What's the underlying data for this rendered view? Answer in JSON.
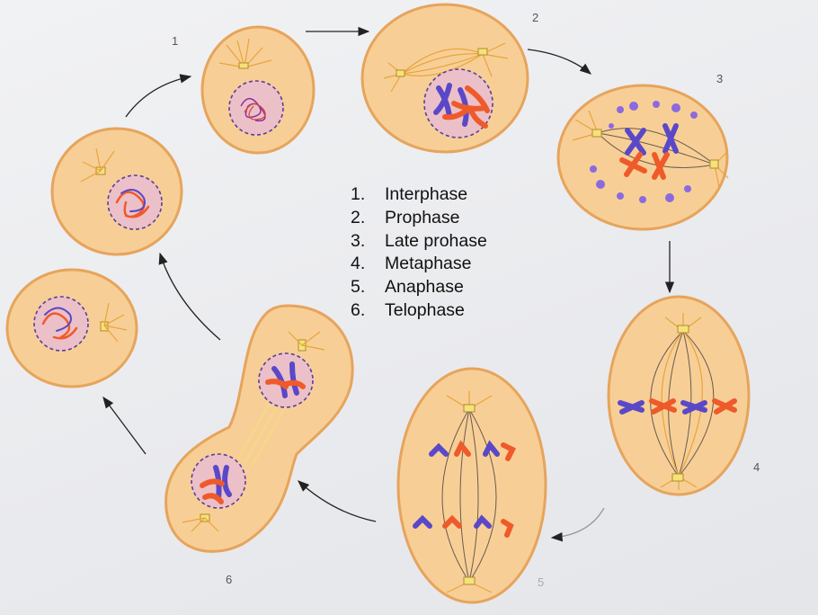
{
  "stage_numbers": [
    "1",
    "2",
    "3",
    "4",
    "5",
    "6"
  ],
  "legend": [
    {
      "num": "1.",
      "label": "Interphase"
    },
    {
      "num": "2.",
      "label": "Prophase"
    },
    {
      "num": "3.",
      "label": "Late prohase"
    },
    {
      "num": "4.",
      "label": "Metaphase"
    },
    {
      "num": "5.",
      "label": "Anaphase"
    },
    {
      "num": "6.",
      "label": "Telophase"
    }
  ],
  "colors": {
    "cytoplasm": "#f7cf96",
    "membrane": "#e6a45c",
    "nucleus": "#ecc0c8",
    "chromosome_blue": "#5a48c8",
    "chromosome_red": "#ef5a2a",
    "spindle": "#e9a43a"
  }
}
